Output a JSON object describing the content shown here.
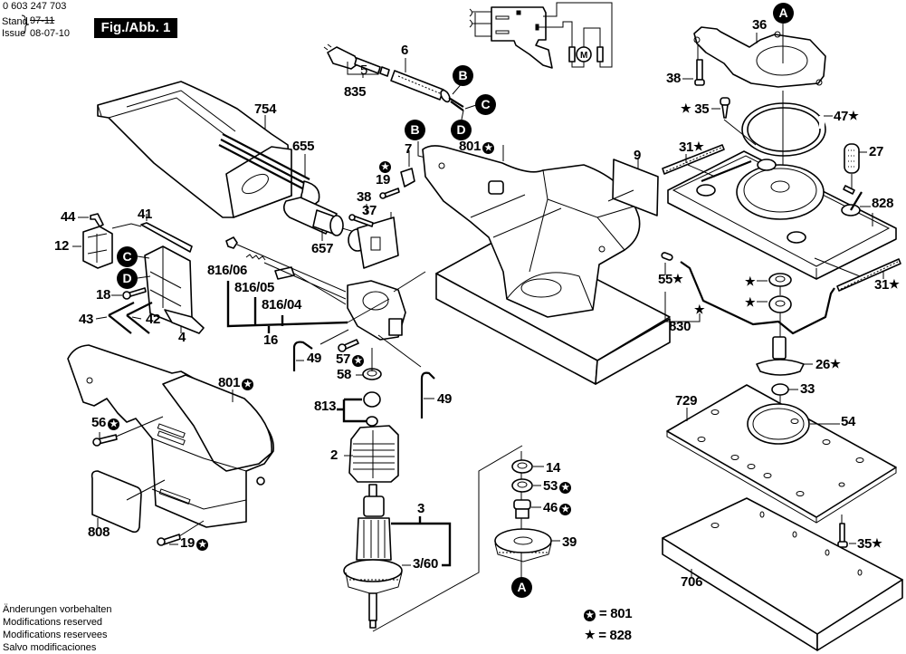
{
  "header": {
    "part_number": "0 603 247 703",
    "stand_label": "Stand",
    "issue_label": "Issue",
    "stand_value": "97-11",
    "issue_value": "08-07-10",
    "figure_label": "Fig./Abb. 1"
  },
  "callouts": {
    "a_top": "A",
    "b_cord": "B",
    "c_cord": "C",
    "d_cord": "D",
    "b_housing": "B",
    "c_switch": "C",
    "d_switch": "D",
    "a_bottom": "A"
  },
  "parts": [
    {
      "number": "36",
      "marker": ""
    },
    {
      "number": "38",
      "marker": ""
    },
    {
      "number": "35",
      "marker": "star-before"
    },
    {
      "number": "47",
      "marker": "star"
    },
    {
      "number": "31",
      "marker": "star"
    },
    {
      "number": "27",
      "marker": ""
    },
    {
      "number": "828",
      "marker": ""
    },
    {
      "number": "55",
      "marker": "star"
    },
    {
      "number": "830",
      "marker": ""
    },
    {
      "number": "31",
      "marker": "star"
    },
    {
      "number": "26",
      "marker": "star"
    },
    {
      "number": "33",
      "marker": ""
    },
    {
      "number": "729",
      "marker": ""
    },
    {
      "number": "54",
      "marker": ""
    },
    {
      "number": "35",
      "marker": "star"
    },
    {
      "number": "706",
      "marker": ""
    },
    {
      "number": "9",
      "marker": ""
    },
    {
      "number": "801",
      "marker": "circle-star"
    },
    {
      "number": "7",
      "marker": ""
    },
    {
      "number": "19",
      "marker": "circle-star"
    },
    {
      "number": "38",
      "marker": ""
    },
    {
      "number": "37",
      "marker": ""
    },
    {
      "number": "754",
      "marker": ""
    },
    {
      "number": "655",
      "marker": ""
    },
    {
      "number": "657",
      "marker": ""
    },
    {
      "number": "6",
      "marker": ""
    },
    {
      "number": "5",
      "marker": ""
    },
    {
      "number": "835",
      "marker": ""
    },
    {
      "number": "44",
      "marker": ""
    },
    {
      "number": "41",
      "marker": ""
    },
    {
      "number": "12",
      "marker": ""
    },
    {
      "number": "18",
      "marker": ""
    },
    {
      "number": "43",
      "marker": ""
    },
    {
      "number": "42",
      "marker": ""
    },
    {
      "number": "4",
      "marker": ""
    },
    {
      "number": "816/06",
      "marker": ""
    },
    {
      "number": "816/05",
      "marker": ""
    },
    {
      "number": "816/04",
      "marker": ""
    },
    {
      "number": "16",
      "marker": ""
    },
    {
      "number": "49",
      "marker": ""
    },
    {
      "number": "57",
      "marker": "circle-star"
    },
    {
      "number": "58",
      "marker": ""
    },
    {
      "number": "49",
      "marker": ""
    },
    {
      "number": "813",
      "marker": ""
    },
    {
      "number": "2",
      "marker": ""
    },
    {
      "number": "801",
      "marker": "circle-star"
    },
    {
      "number": "56",
      "marker": "circle-star"
    },
    {
      "number": "808",
      "marker": ""
    },
    {
      "number": "19",
      "marker": "circle-star"
    },
    {
      "number": "3",
      "marker": ""
    },
    {
      "number": "3/60",
      "marker": ""
    },
    {
      "number": "14",
      "marker": ""
    },
    {
      "number": "53",
      "marker": "circle-star"
    },
    {
      "number": "46",
      "marker": "circle-star"
    },
    {
      "number": "39",
      "marker": ""
    }
  ],
  "symbols": {
    "star": "★",
    "circle_star": "★"
  },
  "legend": [
    {
      "symbol": "circle-star",
      "text": "= 801"
    },
    {
      "symbol": "star",
      "text": "= 828"
    }
  ],
  "circuit": {
    "motor_label": "M"
  },
  "footer": [
    "Änderungen vorbehalten",
    "Modifications reserved",
    "Modifications reservees",
    "Salvo modificaciones"
  ]
}
